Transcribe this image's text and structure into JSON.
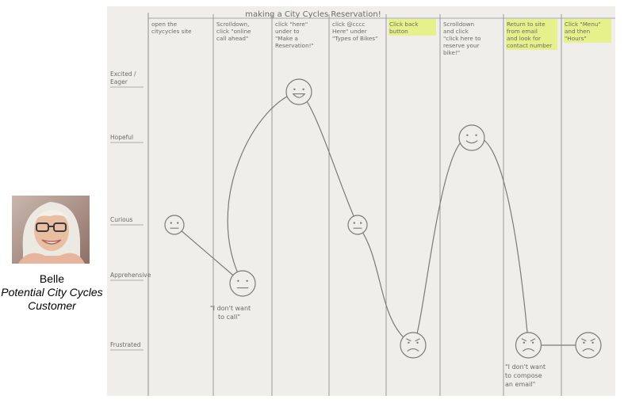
{
  "persona": {
    "name": "Belle",
    "role": "Potential City Cycles Customer",
    "photo_icon": "persona-photo"
  },
  "map": {
    "title": "making a City Cycles Reservation!",
    "steps": [
      {
        "lines": [
          "open the",
          "citycycles site"
        ],
        "highlight": false
      },
      {
        "lines": [
          "Scrolldown,",
          "click \"online",
          "call ahead\""
        ],
        "highlight": false
      },
      {
        "lines": [
          "click \"here\"",
          "under to",
          "\"Make a",
          "Reservation!\""
        ],
        "highlight": false
      },
      {
        "lines": [
          "click @cccc",
          "Here\" under",
          "\"Types of Bikes\""
        ],
        "highlight": false
      },
      {
        "lines": [
          "Click back",
          "button"
        ],
        "highlight": true
      },
      {
        "lines": [
          "Scrolldown",
          "and click",
          "\"click here to",
          "reserve your",
          "bike!\""
        ],
        "highlight": false
      },
      {
        "lines": [
          "Return to site",
          "from email",
          "and look for",
          "contact number"
        ],
        "highlight": true
      },
      {
        "lines": [
          "Click \"Menu\"",
          "and then",
          "\"Hours\""
        ],
        "highlight": true
      }
    ],
    "emotions": [
      {
        "lines": [
          "Excited /",
          "Eager"
        ]
      },
      {
        "lines": [
          "Hopeful"
        ]
      },
      {
        "lines": [
          "Curious"
        ]
      },
      {
        "lines": [
          "Apprehensive"
        ]
      },
      {
        "lines": [
          "Frustrated"
        ]
      }
    ],
    "points": [
      {
        "emotion": "Curious",
        "face": "neutral"
      },
      {
        "emotion": "Apprehensive",
        "face": "neutral"
      },
      {
        "emotion": "Excited / Eager",
        "face": "happy"
      },
      {
        "emotion": "Curious",
        "face": "neutral"
      },
      {
        "emotion": "Frustrated",
        "face": "angry"
      },
      {
        "emotion": "Hopeful",
        "face": "smile"
      },
      {
        "emotion": "Frustrated",
        "face": "angry"
      },
      {
        "emotion": "Frustrated",
        "face": "angry"
      }
    ],
    "quotes": [
      {
        "lines": [
          "\"I don't want",
          "to call\""
        ]
      },
      {
        "lines": [
          "\"I don't want",
          "to compose",
          "an email\""
        ]
      }
    ],
    "colors": {
      "paper": "#efeeea",
      "pencil": "#7a7a76",
      "highlight": "#e3f27a"
    }
  }
}
